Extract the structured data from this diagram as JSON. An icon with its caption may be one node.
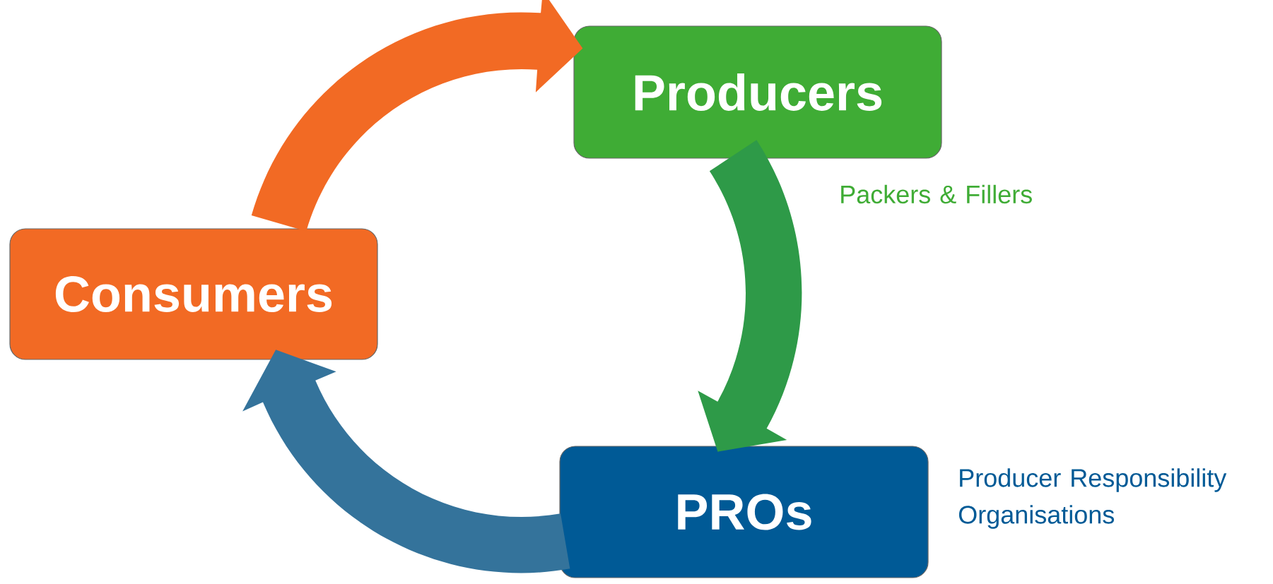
{
  "diagram": {
    "nodes": [
      {
        "text": [
          "Producers"
        ],
        "beside": [
          "Packers & Fillers"
        ]
      },
      {
        "text": [
          "Consumers"
        ]
      },
      {
        "text": [
          "PROs"
        ],
        "beside": [
          "Producer Responsibility Organisations"
        ]
      }
    ],
    "edges": [
      {
        "from": 1,
        "to": 0,
        "arrow": "to",
        "color": "#f26a24"
      },
      {
        "from": 0,
        "to": 2,
        "arrow": "to",
        "color": "#2e9a48"
      },
      {
        "from": 2,
        "to": 1,
        "arrow": "to",
        "color": "#34739b"
      }
    ]
  }
}
